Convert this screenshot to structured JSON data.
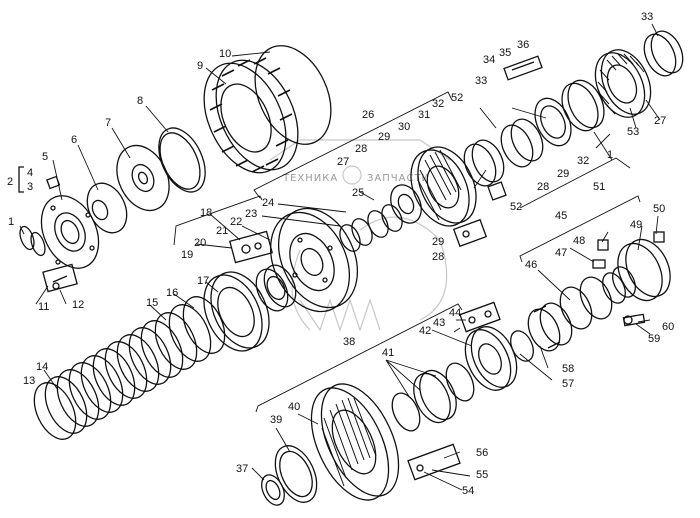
{
  "colors": {
    "ink": "#111111",
    "watermark": "#bdbdbd",
    "paper": "#ffffff"
  },
  "watermark": {
    "left_text": "ТЕХНИКА",
    "right_text": "ЗАПЧАСТИ"
  },
  "part_numbers": [
    "1",
    "2",
    "3",
    "4",
    "5",
    "6",
    "7",
    "8",
    "9",
    "10",
    "11",
    "12",
    "13",
    "14",
    "15",
    "16",
    "17",
    "18",
    "19",
    "20",
    "21",
    "22",
    "23",
    "24",
    "25",
    "26",
    "27",
    "28",
    "29",
    "30",
    "31",
    "32",
    "33",
    "34",
    "35",
    "36",
    "37",
    "38",
    "39",
    "40",
    "41",
    "42",
    "43",
    "44",
    "45",
    "46",
    "47",
    "48",
    "49",
    "50",
    "51",
    "52",
    "53",
    "54",
    "55",
    "56",
    "57",
    "58",
    "59",
    "60"
  ],
  "labels": {
    "n1_left": "1",
    "n2": "2",
    "n3": "3",
    "n4": "4",
    "n5": "5",
    "n6": "6",
    "n7": "7",
    "n8": "8",
    "n9": "9",
    "n10": "10",
    "n11": "11",
    "n12": "12",
    "n13": "13",
    "n14": "14",
    "n15": "15",
    "n16": "16",
    "n17": "17",
    "n18": "18",
    "n19": "19",
    "n20": "20",
    "n21": "21",
    "n22": "22",
    "n23": "23",
    "n24": "24",
    "n25": "25",
    "n26": "26",
    "n27_a": "27",
    "n28_a": "28",
    "n29_a": "29",
    "n30": "30",
    "n31": "31",
    "n32_a": "32",
    "n52_a": "52",
    "n33_a": "33",
    "n34": "34",
    "n35": "35",
    "n36": "36",
    "n33_b": "33",
    "n53": "53",
    "n27_b": "27",
    "n32_b": "32",
    "n1_right": "1",
    "n29_b": "29",
    "n28_b": "28",
    "n51": "51",
    "n52_b": "52",
    "n29_c": "29",
    "n28_c": "28",
    "n45": "45",
    "n50": "50",
    "n49": "49",
    "n48": "48",
    "n47": "47",
    "n46": "46",
    "n60": "60",
    "n59": "59",
    "n44": "44",
    "n43": "43",
    "n42": "42",
    "n41": "41",
    "n38": "38",
    "n58": "58",
    "n57": "57",
    "n40": "40",
    "n39": "39",
    "n37": "37",
    "n56": "56",
    "n55": "55",
    "n54": "54"
  }
}
